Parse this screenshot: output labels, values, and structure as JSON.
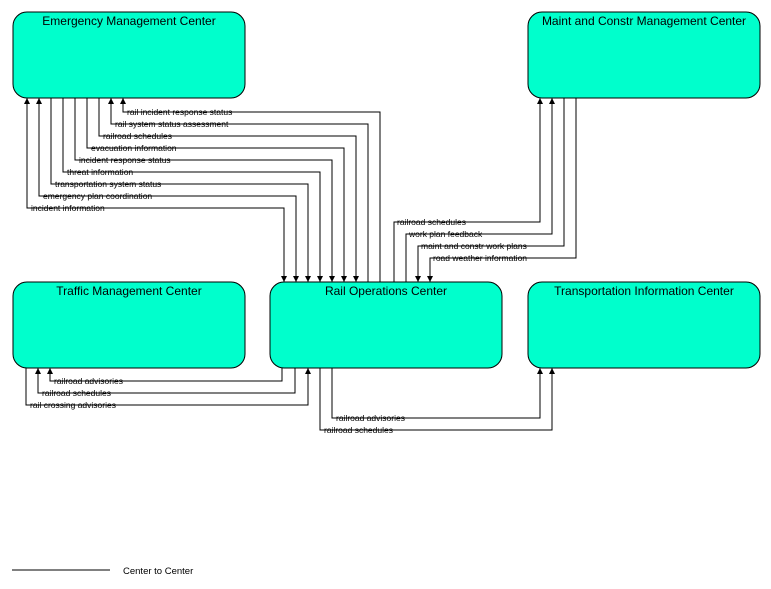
{
  "nodes": [
    {
      "id": "emc",
      "label": "Emergency Management Center"
    },
    {
      "id": "mcmc",
      "label": "Maint and Constr Management Center"
    },
    {
      "id": "tmc",
      "label": "Traffic Management Center"
    },
    {
      "id": "roc",
      "label": "Rail Operations Center"
    },
    {
      "id": "tic",
      "label": "Transportation Information Center"
    }
  ],
  "flows": [
    {
      "id": "f1",
      "label": "rail incident response status"
    },
    {
      "id": "f2",
      "label": "rail system status assessment"
    },
    {
      "id": "f3",
      "label": "railroad schedules"
    },
    {
      "id": "f4",
      "label": "evacuation information"
    },
    {
      "id": "f5",
      "label": "incident response status"
    },
    {
      "id": "f6",
      "label": "threat information"
    },
    {
      "id": "f7",
      "label": "transportation system status"
    },
    {
      "id": "f8",
      "label": "emergency plan coordination"
    },
    {
      "id": "f9",
      "label": "incident information"
    },
    {
      "id": "f10",
      "label": "railroad schedules"
    },
    {
      "id": "f11",
      "label": "work plan feedback"
    },
    {
      "id": "f12",
      "label": "maint and constr work plans"
    },
    {
      "id": "f13",
      "label": "road weather information"
    },
    {
      "id": "f14",
      "label": "railroad advisories"
    },
    {
      "id": "f15",
      "label": "railroad schedules"
    },
    {
      "id": "f16",
      "label": "rail crossing advisories"
    },
    {
      "id": "f17",
      "label": "railroad advisories"
    },
    {
      "id": "f18",
      "label": "railroad schedules"
    }
  ],
  "legend": {
    "label": "Center to Center"
  }
}
